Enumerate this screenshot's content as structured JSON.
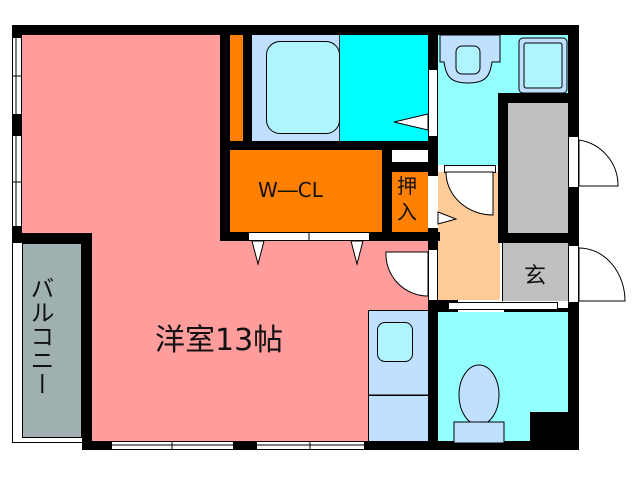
{
  "floorplan": {
    "rooms": {
      "western_room": {
        "label": "洋室13帖",
        "color": "#FF9C9C"
      },
      "walk_in_closet": {
        "label": "W―CL",
        "color": "#FF7F00"
      },
      "oshiire": {
        "label": "押入",
        "color": "#FF7F00"
      },
      "balcony": {
        "label": "バルコニー",
        "color": "#A0B0B0"
      },
      "genkan": {
        "label": "玄",
        "color": "#C0C0C0"
      },
      "bathroom": {
        "color": "#00FFFF"
      },
      "washroom": {
        "color": "#94FFFF"
      },
      "toilet": {
        "color": "#94FFFF"
      },
      "hallway": {
        "color": "#FFCC99"
      },
      "kitchen": {
        "color": "#C0E0FF"
      },
      "shoe_storage": {
        "color": "#C0C0C0"
      }
    },
    "colors": {
      "wall": "#000000",
      "fixture_fill": "#C0E0FF",
      "fixture_inner": "#B0F4FF"
    }
  }
}
